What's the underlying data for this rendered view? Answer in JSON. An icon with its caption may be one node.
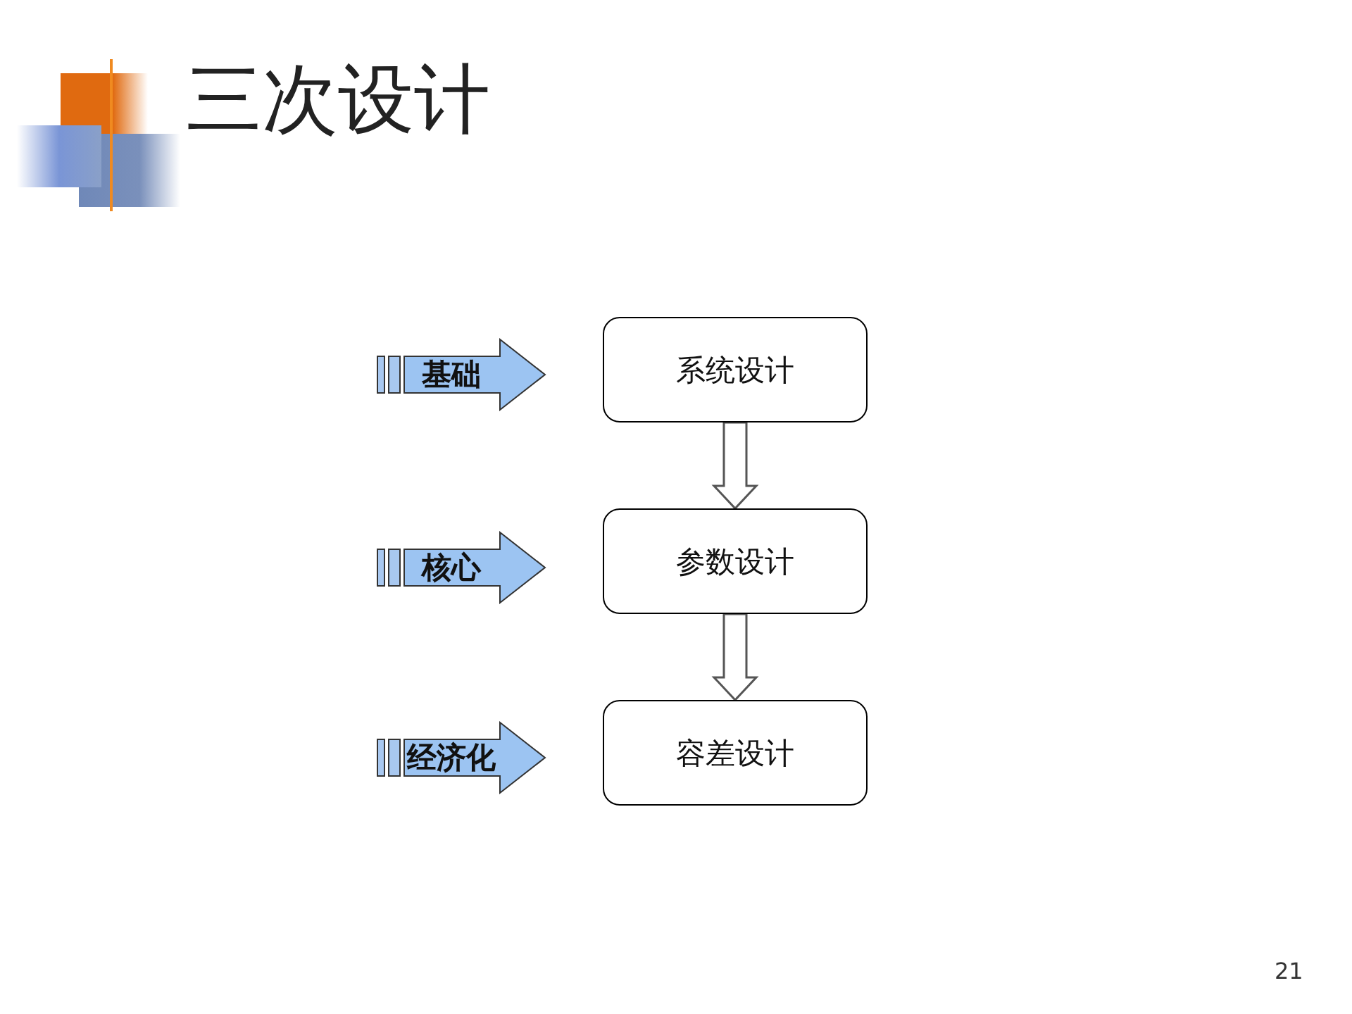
{
  "diagram": {
    "title": "三次设计",
    "nodes": [
      {
        "text": [
          "基础"
        ]
      },
      {
        "text": [
          "系统设计"
        ]
      },
      {
        "text": [
          "核心"
        ]
      },
      {
        "text": [
          "参数设计"
        ]
      },
      {
        "text": [
          "经济化"
        ]
      },
      {
        "text": [
          "容差设计"
        ]
      }
    ],
    "edges": [
      {
        "from": 1,
        "to": 3,
        "arrow": "to"
      },
      {
        "from": 3,
        "to": 5,
        "arrow": "to"
      }
    ],
    "labels": [
      "21"
    ]
  }
}
